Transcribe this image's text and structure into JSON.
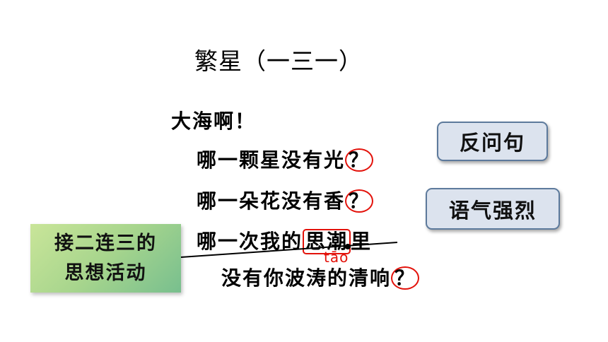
{
  "title": "繁星（一三一）",
  "poem": {
    "line1": "大海啊！",
    "line2": {
      "text": "哪一颗星没有光",
      "mark": "？"
    },
    "line3": {
      "text": "哪一朵花没有香",
      "mark": "？"
    },
    "line4": {
      "before": "哪一次我的",
      "boxed": "思潮",
      "after": "里"
    },
    "line5": {
      "text": "没有你波涛的清响",
      "mark": "？"
    }
  },
  "pinyin_annotation": "tāo",
  "tags": {
    "rhetorical": "反问句",
    "tone": "语气强烈"
  },
  "note_box": {
    "line1": "接二连三的",
    "line2": "思想活动"
  },
  "colors": {
    "highlight_red": "#e3120b",
    "tag_fill": "#dce3ee",
    "tag_border": "#5d7a9c",
    "note_green": "#a7d58d"
  }
}
